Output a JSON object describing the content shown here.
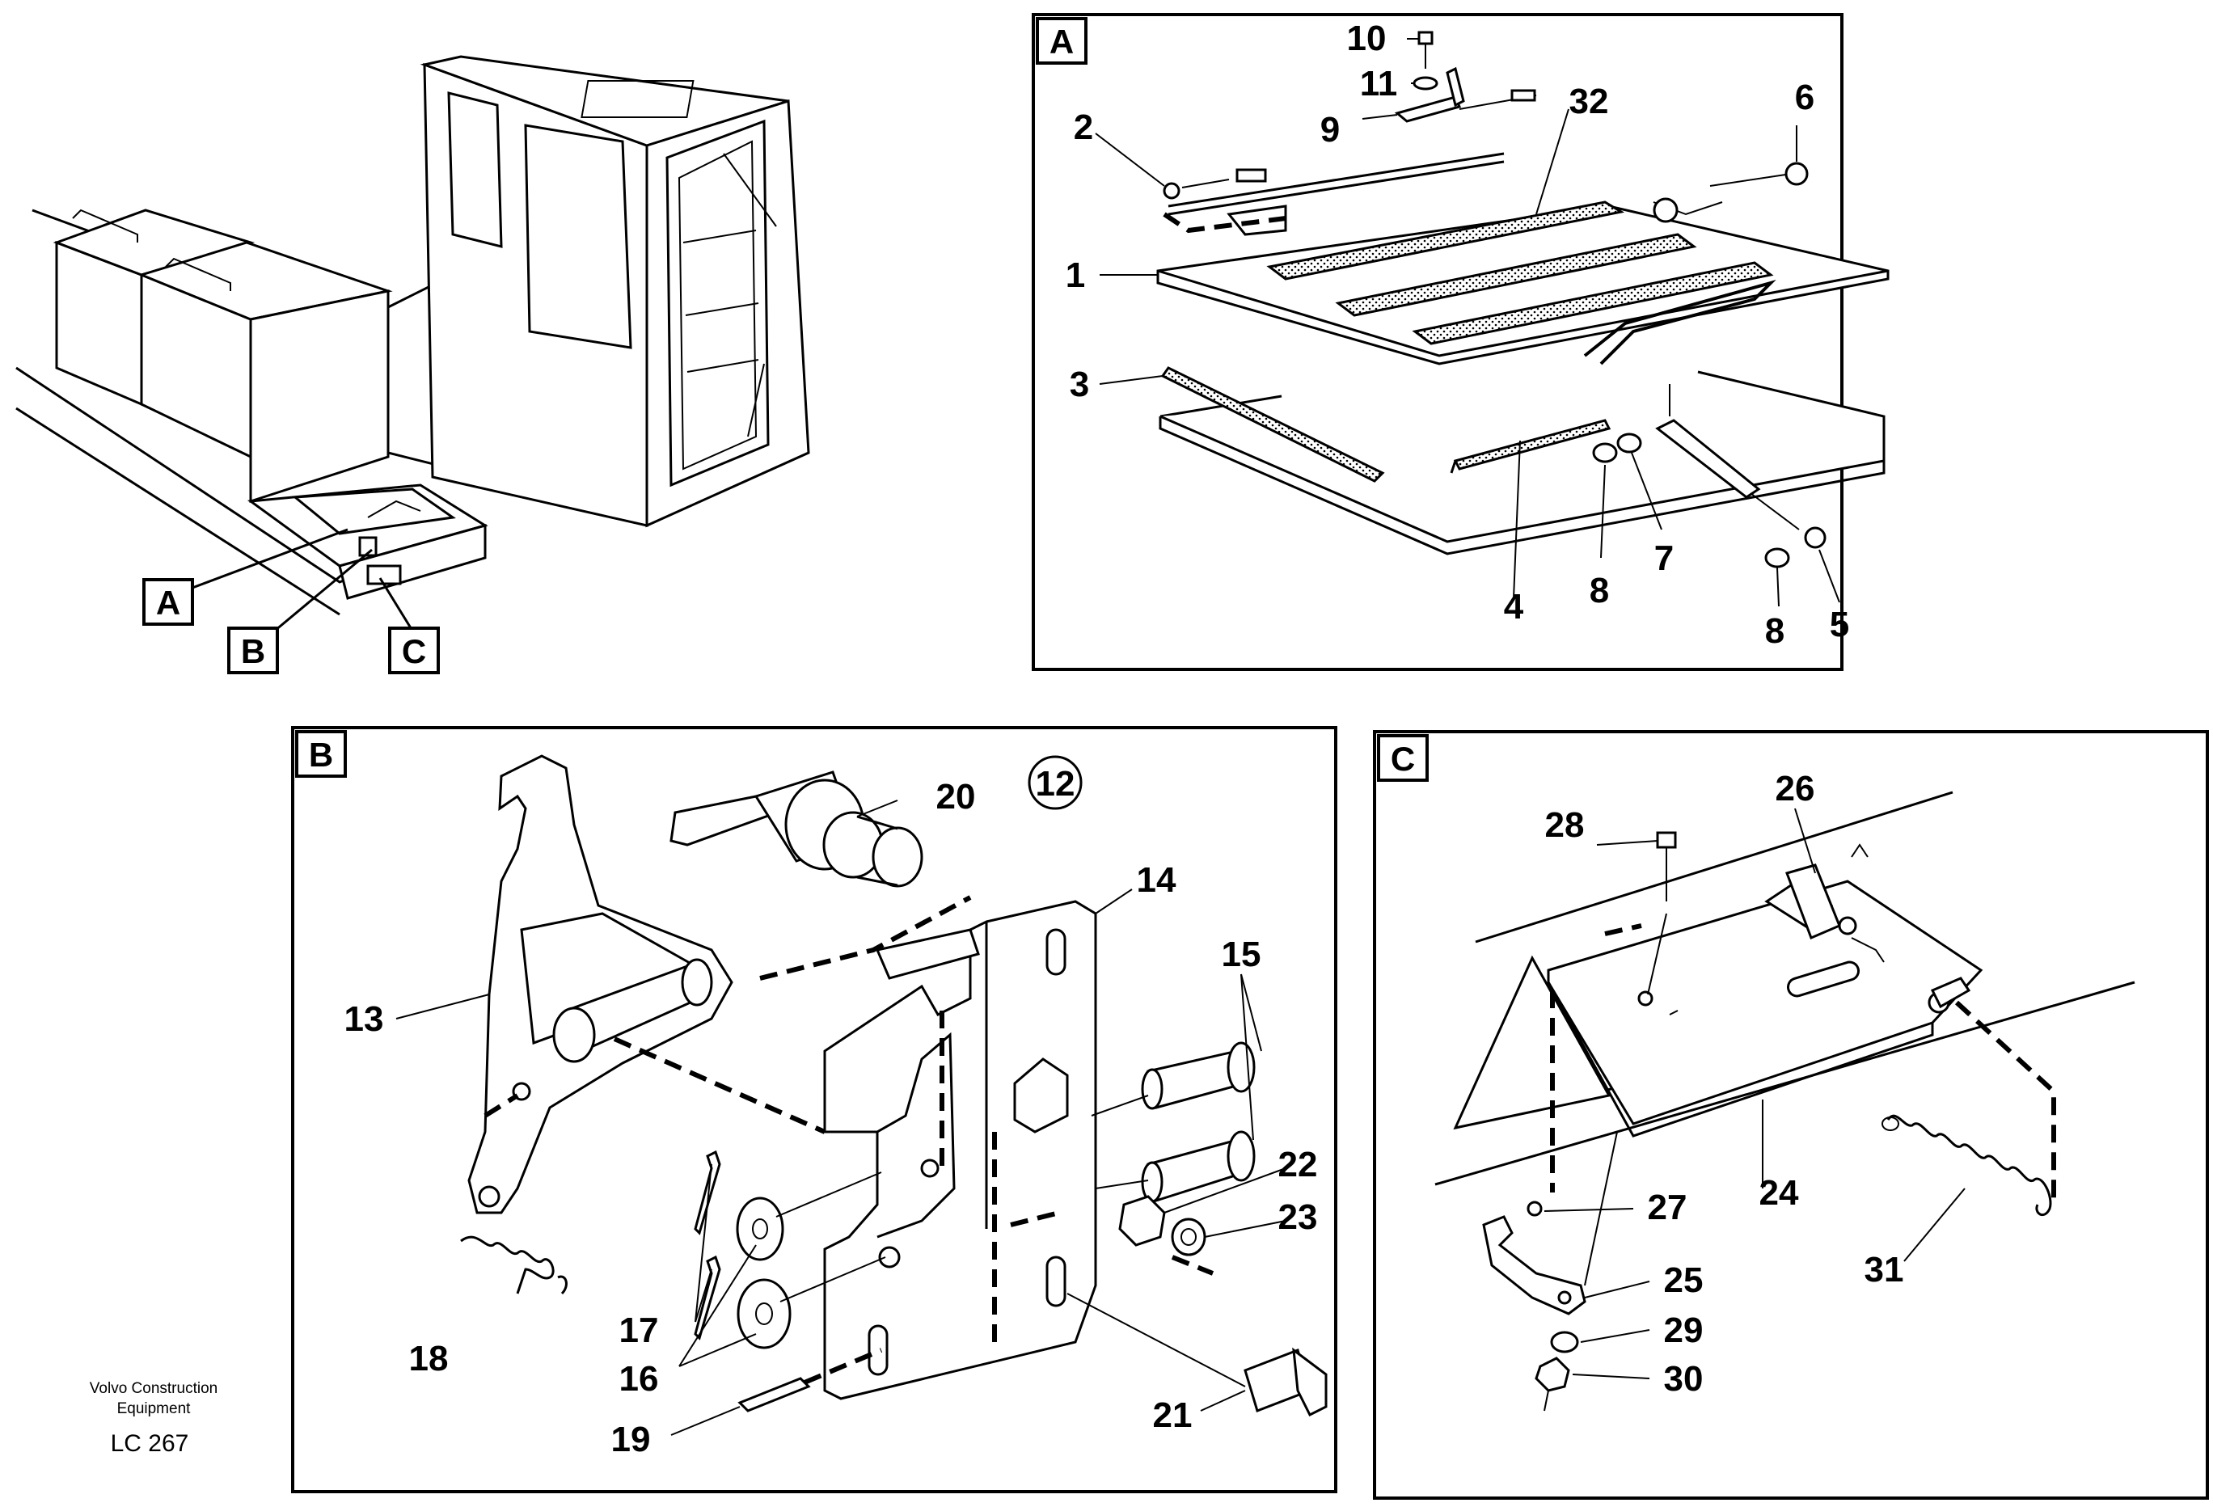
{
  "caption": {
    "line1": "Volvo Construction",
    "line2": "Equipment",
    "code": "LC 267"
  },
  "overview_tags": {
    "a": "A",
    "b": "B",
    "c": "C"
  },
  "panel_a": {
    "tag": "A",
    "parts": {
      "p10": "10",
      "p11": "11",
      "p9": "9",
      "p2": "2",
      "p32": "32",
      "p6": "6",
      "p1": "1",
      "p3": "3",
      "p4": "4",
      "p8a": "8",
      "p7": "7",
      "p5": "5",
      "p8b": "8"
    }
  },
  "panel_b": {
    "tag": "B",
    "ref": "12",
    "parts": {
      "p20": "20",
      "p14": "14",
      "p13": "13",
      "p15": "15",
      "p22": "22",
      "p23": "23",
      "p18": "18",
      "p17": "17",
      "p16": "16",
      "p19": "19",
      "p21": "21"
    }
  },
  "panel_c": {
    "tag": "C",
    "parts": {
      "p28": "28",
      "p26": "26",
      "p27": "27",
      "p24": "24",
      "p25": "25",
      "p29": "29",
      "p30": "30",
      "p31": "31"
    }
  }
}
